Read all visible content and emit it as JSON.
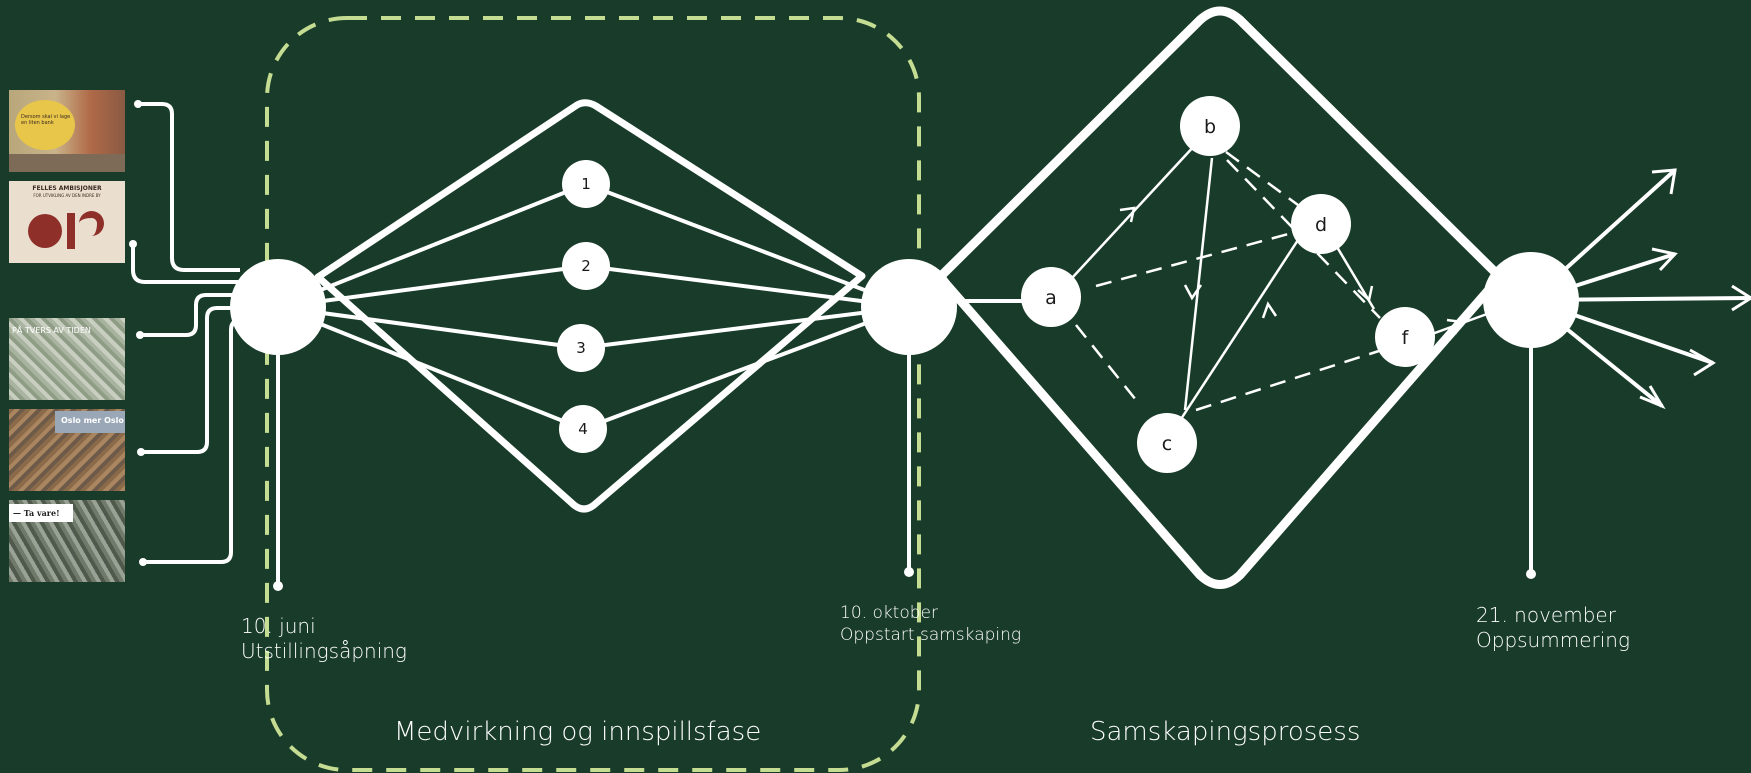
{
  "diagram": {
    "colors": {
      "background": "#193c2a",
      "line": "#ffffff",
      "dashed_frame": "#c5dd92"
    },
    "phases": {
      "participation": "Medvirkning og innspillsfase",
      "cocreation": "Samskapingsprosess"
    },
    "milestones": [
      {
        "date": "10. juni",
        "title": "Utstillingsåpning"
      },
      {
        "date": "10. oktober",
        "title": "Oppstart samskaping"
      },
      {
        "date": "21. november",
        "title": "Oppsummering"
      }
    ],
    "input_nodes": [
      "1",
      "2",
      "3",
      "4"
    ],
    "process_nodes": [
      "a",
      "b",
      "c",
      "d",
      "f"
    ],
    "thumbnails": [
      {
        "title": "Dersom skal vi lage en liten bank ",
        "subtitle": ""
      },
      {
        "title": "FELLES AMBISJONER",
        "subtitle": "FOR UTVIKLING AV DEN INDRE BY"
      },
      {
        "title": "PÅ TVERS AV TIDEN",
        "subtitle": ""
      },
      {
        "title": "Oslo mer Oslo",
        "subtitle": ""
      },
      {
        "title": "— Ta vare!",
        "subtitle": ""
      }
    ],
    "icons": {
      "output_arrows": "arrow-head-icon"
    }
  }
}
